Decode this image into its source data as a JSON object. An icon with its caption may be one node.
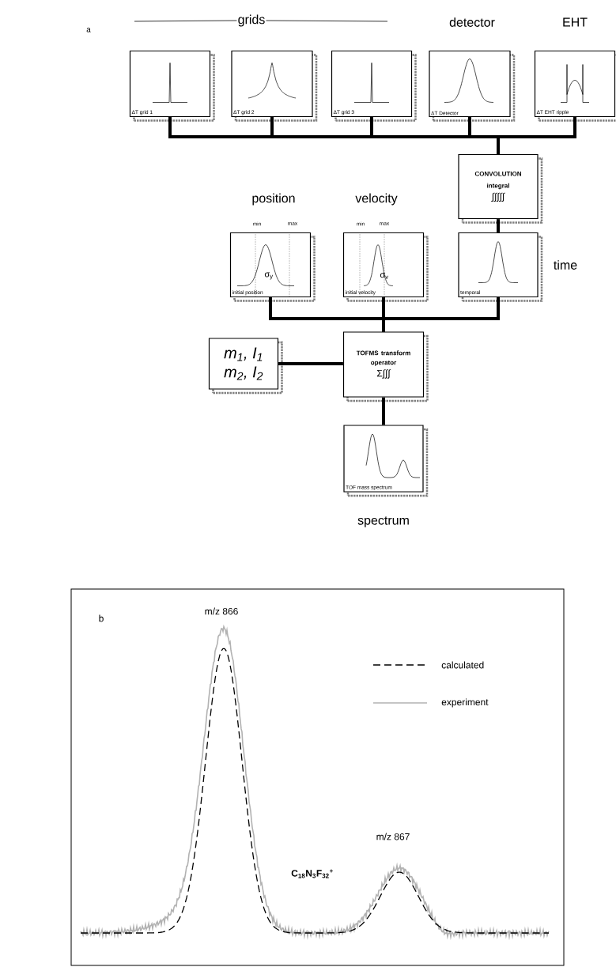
{
  "diagram": {
    "nodes": [
      {
        "text": [
          "ΔT grid 1"
        ]
      },
      {
        "text": [
          "ΔT grid 2"
        ]
      },
      {
        "text": [
          "ΔT grid 3"
        ]
      },
      {
        "text": [
          "ΔT Detector"
        ],
        "beside": [
          "detector"
        ]
      },
      {
        "text": [
          "ΔT EHT ripple"
        ],
        "beside": [
          "EHT"
        ]
      },
      {
        "text": [
          "CONVOLUTION",
          "integral",
          "∫∫∫∫∫"
        ]
      },
      {
        "text": [
          "σ$_{y}$",
          "initial position"
        ],
        "beside": [
          "position",
          "min",
          "max"
        ]
      },
      {
        "text": [
          "σ$_{v}$",
          "initial velocity"
        ],
        "beside": [
          "velocity",
          "min",
          "max"
        ]
      },
      {
        "text": [
          "temporal"
        ],
        "beside": [
          "time"
        ]
      },
      {
        "text": [
          "m$_{1}$, I$_{1}$",
          "m$_{2}$, I$_{2}$"
        ]
      },
      {
        "text": [
          "TOFMS transform operator",
          "Σ∫∫∫"
        ]
      },
      {
        "text": [
          "TOF mass spectrum"
        ],
        "beside": [
          "spectrum"
        ]
      }
    ],
    "edges": [
      {
        "from": 0,
        "to": 5,
        "arrow": "none"
      },
      {
        "from": 1,
        "to": 5,
        "arrow": "none"
      },
      {
        "from": 2,
        "to": 5,
        "arrow": "none"
      },
      {
        "from": 3,
        "to": 5,
        "arrow": "none"
      },
      {
        "from": 4,
        "to": 5,
        "arrow": "none"
      },
      {
        "from": 5,
        "to": 8,
        "arrow": "none"
      },
      {
        "from": 6,
        "to": 10,
        "arrow": "none"
      },
      {
        "from": 7,
        "to": 10,
        "arrow": "none"
      },
      {
        "from": 8,
        "to": 10,
        "arrow": "none"
      },
      {
        "from": 9,
        "to": 10,
        "arrow": "none"
      },
      {
        "from": 10,
        "to": 11,
        "arrow": "none"
      }
    ],
    "labels": [
      "a",
      "grids",
      "b",
      "m/z 866",
      "m/z 867",
      "C$_{18}$N$_{3}$F$_{32}$$^{+}$"
    ],
    "legend": [
      {
        "text": "calculated"
      },
      {
        "text": "experiment"
      }
    ]
  }
}
